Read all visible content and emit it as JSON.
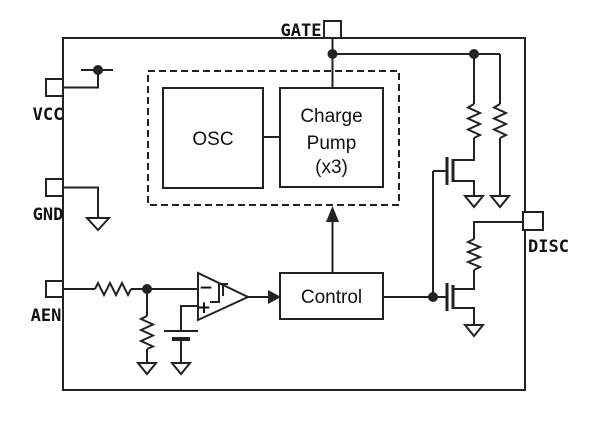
{
  "colors": {
    "line": "#222222",
    "background": "#ffffff",
    "text": "#111111"
  },
  "pins": {
    "gate": "GATE",
    "vcc": "VCC",
    "gnd": "GND",
    "aen": "AEN",
    "disc": "DISC"
  },
  "blocks": {
    "osc": "OSC",
    "charge_pump": [
      "Charge",
      "Pump",
      "(x3)"
    ],
    "control": "Control"
  },
  "comparator": {
    "minus": "−",
    "plus": "+"
  }
}
